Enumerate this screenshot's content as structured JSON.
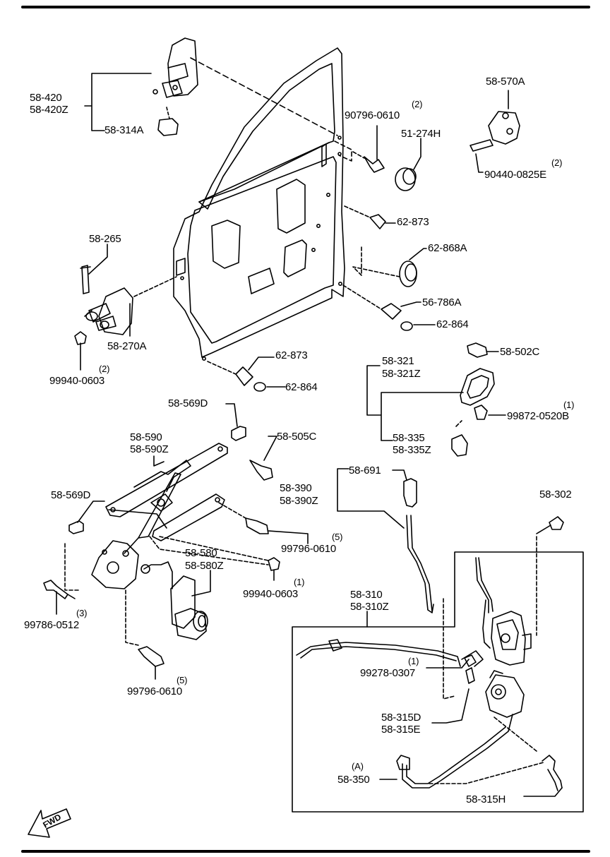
{
  "parts": [
    {
      "id": "p1",
      "number": "58-420"
    },
    {
      "id": "p2",
      "number": "58-420Z"
    },
    {
      "id": "p3",
      "number": "58-314A"
    },
    {
      "id": "p4",
      "number": "90796-0610",
      "qty": "(2)"
    },
    {
      "id": "p5",
      "number": "51-274H"
    },
    {
      "id": "p6",
      "number": "58-570A"
    },
    {
      "id": "p7",
      "number": "90440-0825E",
      "qty": "(2)"
    },
    {
      "id": "p8",
      "number": "62-873"
    },
    {
      "id": "p9",
      "number": "58-265"
    },
    {
      "id": "p10",
      "number": "62-868A"
    },
    {
      "id": "p11",
      "number": "56-786A"
    },
    {
      "id": "p12",
      "number": "62-864"
    },
    {
      "id": "p13",
      "number": "58-270A"
    },
    {
      "id": "p14",
      "number": "99940-0603",
      "qty": "(2)"
    },
    {
      "id": "p15",
      "number": "62-873"
    },
    {
      "id": "p16",
      "number": "62-864"
    },
    {
      "id": "p17",
      "number": "58-502C"
    },
    {
      "id": "p18",
      "number": "58-321"
    },
    {
      "id": "p19",
      "number": "58-321Z"
    },
    {
      "id": "p20",
      "number": "99872-0520B",
      "qty": "(1)"
    },
    {
      "id": "p21",
      "number": "58-335"
    },
    {
      "id": "p22",
      "number": "58-335Z"
    },
    {
      "id": "p23",
      "number": "58-569D"
    },
    {
      "id": "p24",
      "number": "58-590"
    },
    {
      "id": "p25",
      "number": "58-590Z"
    },
    {
      "id": "p26",
      "number": "58-505C"
    },
    {
      "id": "p27",
      "number": "58-691"
    },
    {
      "id": "p28",
      "number": "58-390"
    },
    {
      "id": "p29",
      "number": "58-390Z"
    },
    {
      "id": "p30",
      "number": "58-569D"
    },
    {
      "id": "p31",
      "number": "58-302"
    },
    {
      "id": "p32",
      "number": "99796-0610",
      "qty": "(5)"
    },
    {
      "id": "p33",
      "number": "58-580"
    },
    {
      "id": "p34",
      "number": "58-580Z"
    },
    {
      "id": "p35",
      "number": "99940-0603",
      "qty": "(1)"
    },
    {
      "id": "p36",
      "number": "58-310"
    },
    {
      "id": "p37",
      "number": "58-310Z"
    },
    {
      "id": "p38",
      "number": "99786-0512",
      "qty": "(3)"
    },
    {
      "id": "p39",
      "number": "99278-0307",
      "qty": "(1)"
    },
    {
      "id": "p40",
      "number": "99796-0610",
      "qty": "(5)"
    },
    {
      "id": "p41",
      "number": "58-315D"
    },
    {
      "id": "p42",
      "number": "58-315E"
    },
    {
      "id": "p43",
      "number": "58-350",
      "qty": "(A)"
    },
    {
      "id": "p44",
      "number": "58-315H"
    }
  ],
  "fwd_label": "FWD"
}
